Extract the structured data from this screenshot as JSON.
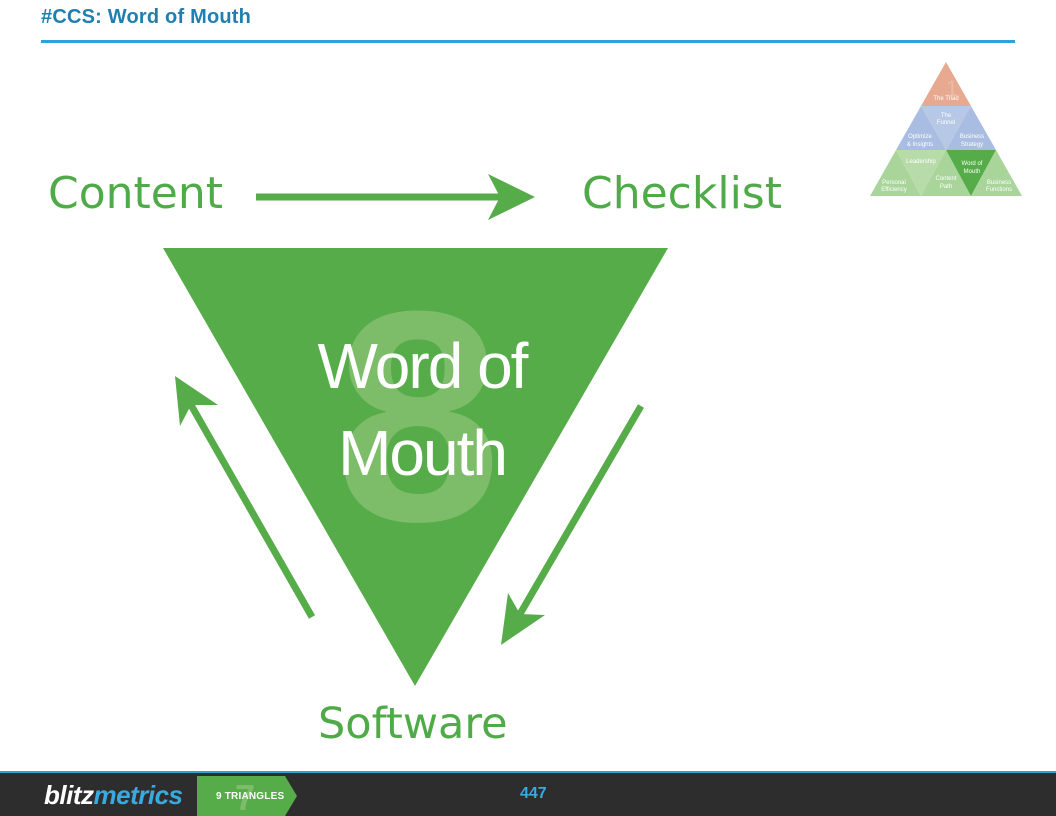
{
  "header": {
    "title": "#CCS: Word of Mouth"
  },
  "diagram": {
    "center_number": "8",
    "center_line1": "Word of",
    "center_line2": "Mouth",
    "top_left_label": "Content",
    "top_right_label": "Checklist",
    "bottom_label": "Software",
    "colors": {
      "green": "#55ac48",
      "label_green": "#4faa48",
      "number_green": "#7dbd6a"
    }
  },
  "mini_pyramid": {
    "top": {
      "number": "1",
      "label": "The Triad"
    },
    "second": {
      "line1": "The",
      "line2": "Funnel"
    },
    "row2_left": {
      "line1": "Optimize",
      "line2": "& Insights"
    },
    "row2_right": {
      "line1": "Business",
      "line2": "Strategy"
    },
    "row3_leadership": "Leadership",
    "row3_wom": {
      "line1": "Word of",
      "line2": "Mouth"
    },
    "row3_bl": {
      "line1": "Personal",
      "line2": "Efficiency"
    },
    "row3_bm": {
      "line1": "Content",
      "line2": "Path"
    },
    "row3_br": {
      "line1": "Business",
      "line2": "Functions"
    },
    "colors": {
      "top": "#e7a98f",
      "mid": "#a9bde2",
      "bottom": "#a9d49a",
      "highlight": "#55ac48"
    }
  },
  "footer": {
    "brand_part1": "blitz",
    "brand_part2": "metrics",
    "badge_number": "7",
    "badge_label": "9 TRIANGLES",
    "page_number": "447"
  }
}
